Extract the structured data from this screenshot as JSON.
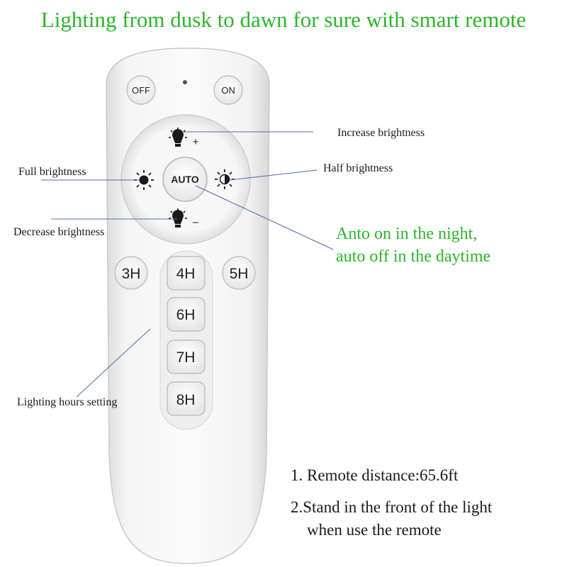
{
  "headline": "Lighting from dusk to dawn for sure with smart remote",
  "remote": {
    "off_label": "OFF",
    "on_label": "ON",
    "auto_label": "AUTO",
    "brightness_up_symbol": "+",
    "brightness_down_symbol": "–",
    "hour_buttons": [
      "3H",
      "4H",
      "5H",
      "6H",
      "7H",
      "8H"
    ]
  },
  "callouts": {
    "increase": "Increase brightness",
    "full": "Full brightness",
    "half": "Half brightness",
    "decrease": "Decrease brightness",
    "auto_line1": "Anto on in the night,",
    "auto_line2": "auto off in the daytime",
    "hours": "Lighting hours setting"
  },
  "notes": {
    "note1": "1. Remote distance:65.6ft",
    "note2_line1": "2.Stand in the front of the light",
    "note2_line2": "when use the remote"
  },
  "colors": {
    "accent_green": "#2bb52b",
    "callout_line": "#4a6bb5"
  }
}
